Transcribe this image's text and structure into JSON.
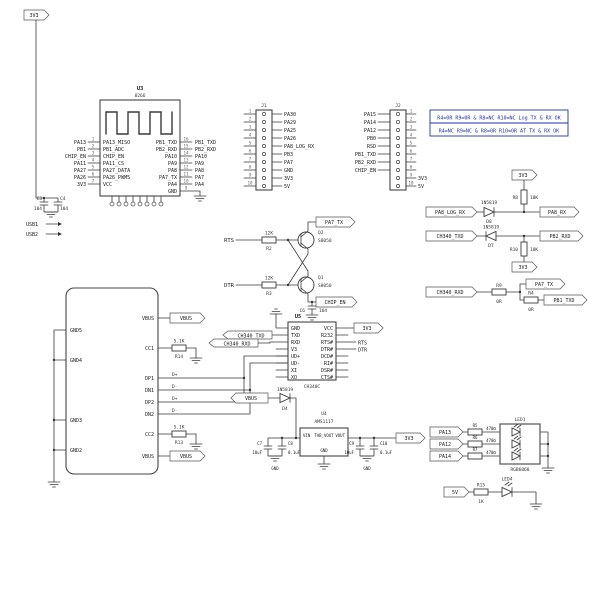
{
  "page": {
    "bg": "#ffffff",
    "ink": "#3a3a3a",
    "note_color": "#2233aa"
  },
  "power": {
    "rail": "3V3",
    "c3": {
      "ref": "C3",
      "val": "104"
    },
    "c4": {
      "ref": "C4",
      "val": "104"
    },
    "usb1": "USB1",
    "usb2": "USB2"
  },
  "module": {
    "ref": "U3",
    "part": "8266",
    "pins_left": [
      "PA13_MISO",
      "PB1_ADC",
      "CHIP_EN",
      "PA11_CS",
      "PA27_DATA",
      "PA26_PWM5",
      "VCC"
    ],
    "pins_right": [
      "PB1_TXD",
      "PB2_RXD",
      "PA10",
      "PA9",
      "PA8",
      "PA7_TX",
      "PA4",
      "GND"
    ],
    "nums_left": [
      "1",
      "2",
      "3",
      "4",
      "5",
      "6",
      "7"
    ],
    "nums_right": [
      "16",
      "15",
      "14",
      "13",
      "12",
      "11",
      "10",
      "9"
    ],
    "nets_left": [
      "PA13",
      "PB1",
      "CHIP_EN",
      "PA11",
      "PA27",
      "PA26",
      "3V3"
    ],
    "nets_right": [
      "PB1_TXD",
      "PB2_RXD",
      "PA10",
      "PA9",
      "PA8",
      "PA7",
      "PA4"
    ]
  },
  "header1": {
    "ref": "J1",
    "nums": [
      "1",
      "2",
      "3",
      "4",
      "5",
      "6",
      "7",
      "8",
      "9",
      "10"
    ],
    "labels": [
      "PA30",
      "PA29",
      "PA25",
      "PA26",
      "PA8_LOG_RX",
      "PB3",
      "PA7",
      "GND",
      "3V3",
      "5V"
    ]
  },
  "header2": {
    "ref": "J2",
    "nums": [
      "1",
      "2",
      "3",
      "4",
      "5",
      "6",
      "7",
      "8",
      "9",
      "10"
    ],
    "labels_left": [
      "PA15",
      "PA14",
      "PA12",
      "PB0",
      "RSD",
      "PB1_TXD",
      "PB2_RXD",
      "CHIP_EN"
    ],
    "labels_right": [
      "3V3",
      "5V"
    ]
  },
  "notes": {
    "line1": "R4=0R R9=0R & R8=NC R10=NC  Log TX & RX OK",
    "line2": "R4=NC R9=NC & R8=0R R10=0R  AT TX & RX OK"
  },
  "serial": {
    "rowA": {
      "left": "PA8_LOG_RX",
      "right": "PA8_RX",
      "d_ref": "D8",
      "d_part": "1N5819",
      "p_ref": "R8",
      "p_val": "10K",
      "p_net": "3V3"
    },
    "rowB": {
      "left": "CH340_TXD",
      "right": "PB2_RXD",
      "d_ref": "D7",
      "d_part": "1N5819",
      "p_ref": "R10",
      "p_val": "10K",
      "p_net": "3V3"
    },
    "rowC": {
      "left": "CH340_RXD",
      "r_ref": "R9",
      "r_val": "0R",
      "top": "PA7_TX",
      "r2_ref": "R4",
      "r2_val": "0R",
      "bottom": "PB1_TXD"
    }
  },
  "reset": {
    "rts": "RTS",
    "dtr": "DTR",
    "r2": {
      "ref": "R2",
      "val": "12K"
    },
    "r3": {
      "ref": "R3",
      "val": "12K"
    },
    "q2": {
      "ref": "Q2",
      "part": "S8050"
    },
    "q1": {
      "ref": "Q1",
      "part": "S8050"
    },
    "net_top": "PA7_TX",
    "net_bottom": "CHIP_EN",
    "c6": {
      "ref": "C6",
      "val": "104"
    }
  },
  "usb": {
    "pins_right": [
      "VBUS",
      "CC1",
      "DP1",
      "DN1",
      "DP2",
      "DN2",
      "CC2",
      "VBUS"
    ],
    "pins_left": [
      "GND5",
      "GND4",
      "GND3",
      "GND2"
    ],
    "vbus": "VBUS",
    "r14": {
      "ref": "R14",
      "val": "5.1K"
    },
    "r13": {
      "ref": "R13",
      "val": "5.1K"
    },
    "dp": "D+",
    "dn": "D-"
  },
  "ch340": {
    "ref": "U5",
    "part": "CH340C",
    "pins_left": [
      "GND",
      "TXD",
      "RXD",
      "V3",
      "UD+",
      "UD-",
      "XI",
      "XO"
    ],
    "pins_right": [
      "VCC",
      "R232",
      "RTS#",
      "DTR#",
      "DCD#",
      "RI#",
      "DSR#",
      "CTS#"
    ],
    "net_txd": "CH340_TXD",
    "net_rxd": "CH340_RXD",
    "net_vcc": "3V3",
    "net_rts": "RTS",
    "net_dtr": "DTR",
    "net_vbus": "VBUS",
    "d4": {
      "ref": "D4",
      "part": "1N5819"
    }
  },
  "reg": {
    "ref": "U4",
    "part": "AMS1117",
    "vin": "VIN",
    "tab": "TAB_VOUT",
    "vout": "VOUT",
    "gnd_pin": "GND",
    "out_net": "3V3",
    "c7": {
      "ref": "C7",
      "val": "10uF"
    },
    "c8": {
      "ref": "C8",
      "val": "0.1uF"
    },
    "c9": {
      "ref": "C9",
      "val": "10uF"
    },
    "c10": {
      "ref": "C10",
      "val": "0.1uF"
    },
    "gnd_text": "GND"
  },
  "rgb": {
    "ref": "LED1",
    "part": "RGB6060",
    "rows": [
      {
        "net": "PA13",
        "r_ref": "R5",
        "r_val": "470Ω"
      },
      {
        "net": "PA12",
        "r_ref": "R6",
        "r_val": "470Ω"
      },
      {
        "net": "PA14",
        "r_ref": "R7",
        "r_val": "470Ω"
      }
    ]
  },
  "pwr_led": {
    "net": "5V",
    "r_ref": "R15",
    "r_val": "1K",
    "ref": "LED4"
  }
}
